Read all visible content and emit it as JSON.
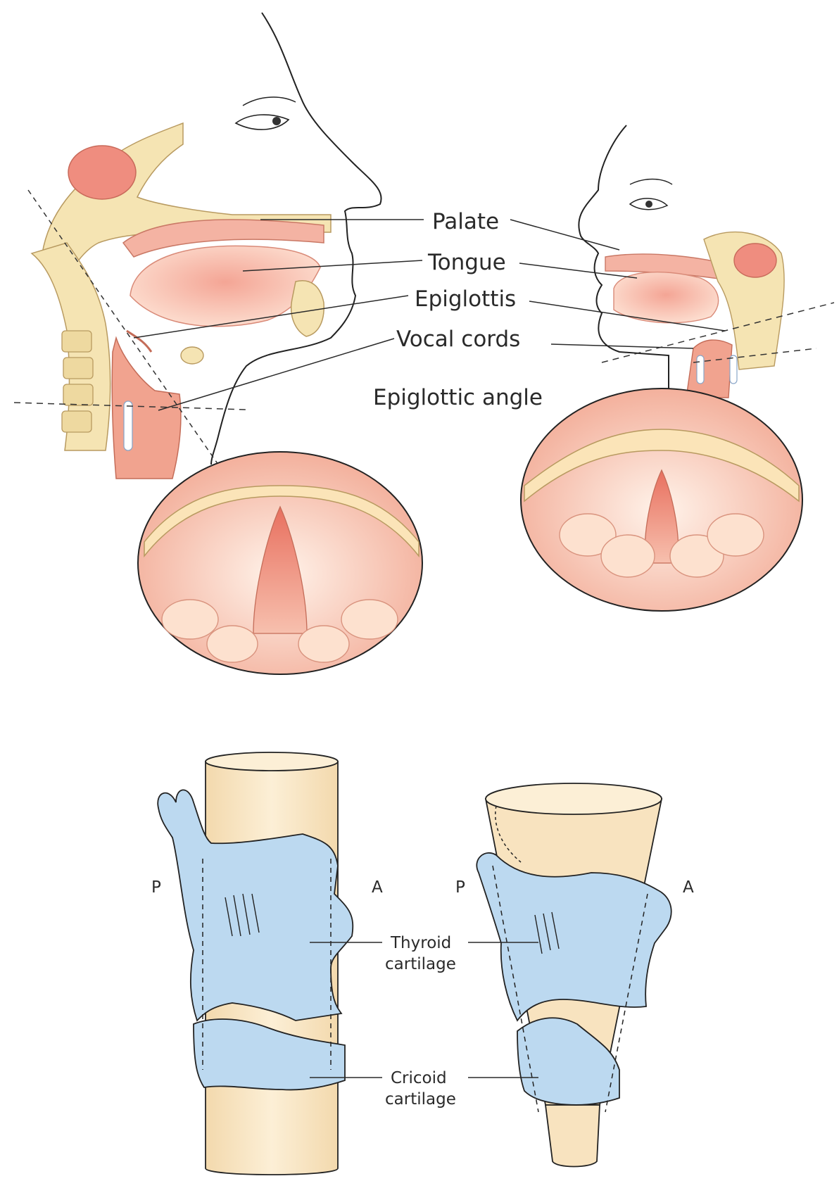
{
  "top_panel": {
    "labels": {
      "palate": "Palate",
      "tongue": "Tongue",
      "epiglottis": "Epiglottis",
      "vocal_cords": "Vocal cords",
      "epiglottic_angle": "Epiglottic angle"
    }
  },
  "bottom_panel": {
    "posterior_left": "P",
    "anterior_left": "A",
    "posterior_right": "P",
    "anterior_right": "A",
    "thyroid_line1": "Thyroid",
    "thyroid_line2": "cartilage",
    "cricoid_line1": "Cricoid",
    "cricoid_line2": "cartilage"
  },
  "colors": {
    "tissue": "#f2a090",
    "tissue_light": "#fbd6c4",
    "bone": "#f5e4b3",
    "cartilage_blue": "#bcd9f0",
    "trachea": "#f8e3bf",
    "line": "#222222"
  }
}
